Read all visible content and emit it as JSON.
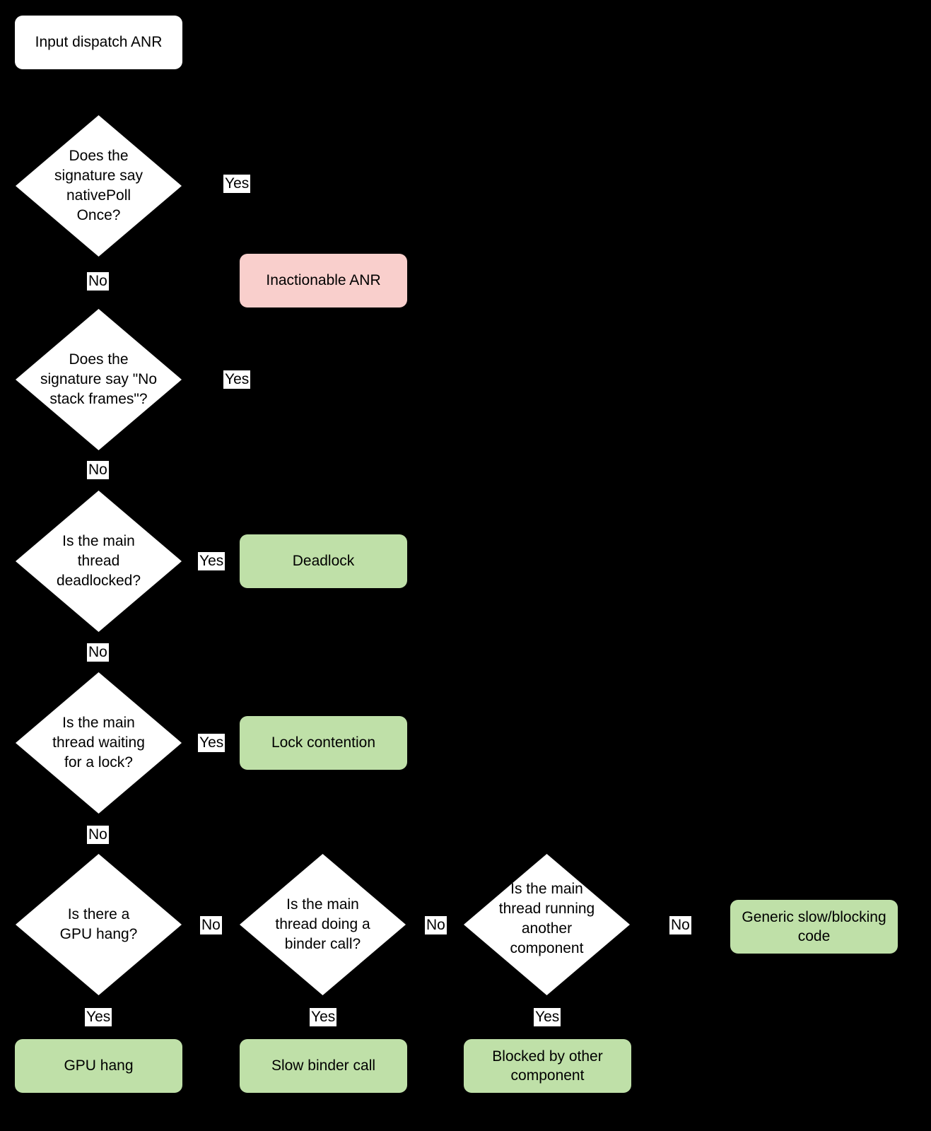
{
  "diagram": {
    "title": "Input dispatch ANR triage flowchart",
    "background_color": "#000000",
    "colors": {
      "decision_fill": "#ffffff",
      "start_fill": "#ffffff",
      "terminal_inactionable_fill": "#f9cfcc",
      "terminal_actionable_fill": "#bfe0a8",
      "text": "#000000",
      "edge_label_fill": "#ffffff"
    }
  },
  "nodes": {
    "start": {
      "label": "Input dispatch ANR",
      "shape": "rounded-rectangle",
      "fill": "white"
    },
    "d1": {
      "label": "Does the\nsignature say\nnativePoll\nOnce?",
      "shape": "diamond",
      "fill": "white"
    },
    "d2": {
      "label": "Does the\nsignature say \"No\nstack frames\"?",
      "shape": "diamond",
      "fill": "white"
    },
    "d3": {
      "label": "Is the main\nthread\ndeadlocked?",
      "shape": "diamond",
      "fill": "white"
    },
    "d4": {
      "label": "Is the main\nthread waiting\nfor a lock?",
      "shape": "diamond",
      "fill": "white"
    },
    "d5": {
      "label": "Is there a\nGPU hang?",
      "shape": "diamond",
      "fill": "white"
    },
    "d6": {
      "label": "Is the main\nthread doing a\nbinder call?",
      "shape": "diamond",
      "fill": "white"
    },
    "d7": {
      "label": "Is the main\nthread running\nanother\ncomponent",
      "shape": "diamond",
      "fill": "white"
    },
    "t_inactionable": {
      "label": "Inactionable ANR",
      "shape": "rounded-rectangle",
      "fill": "pink"
    },
    "t_deadlock": {
      "label": "Deadlock",
      "shape": "rounded-rectangle",
      "fill": "green"
    },
    "t_lock": {
      "label": "Lock contention",
      "shape": "rounded-rectangle",
      "fill": "green"
    },
    "t_gpu": {
      "label": "GPU hang",
      "shape": "rounded-rectangle",
      "fill": "green"
    },
    "t_binder": {
      "label": "Slow binder call",
      "shape": "rounded-rectangle",
      "fill": "green"
    },
    "t_blocked": {
      "label": "Blocked by other\ncomponent",
      "shape": "rounded-rectangle",
      "fill": "green"
    },
    "t_generic": {
      "label": "Generic\nslow/blocking code",
      "shape": "rounded-rectangle",
      "fill": "green"
    }
  },
  "edge_labels": {
    "d1_yes": "Yes",
    "d1_no": "No",
    "d2_yes": "Yes",
    "d2_no": "No",
    "d3_yes": "Yes",
    "d3_no": "No",
    "d4_yes": "Yes",
    "d4_no": "No",
    "d5_yes": "Yes",
    "d5_no": "No",
    "d6_yes": "Yes",
    "d6_no": "No",
    "d7_yes": "Yes",
    "d7_no": "No"
  },
  "chart_data": {
    "type": "diagram",
    "title": "Input dispatch ANR triage flowchart",
    "nodes": [
      {
        "id": "start",
        "text": "Input dispatch ANR",
        "type": "start",
        "fill": "#ffffff"
      },
      {
        "id": "d1",
        "text": "Does the signature say nativePollOnce?",
        "type": "decision",
        "fill": "#ffffff"
      },
      {
        "id": "d2",
        "text": "Does the signature say \"No stack frames\"?",
        "type": "decision",
        "fill": "#ffffff"
      },
      {
        "id": "d3",
        "text": "Is the main thread deadlocked?",
        "type": "decision",
        "fill": "#ffffff"
      },
      {
        "id": "d4",
        "text": "Is the main thread waiting for a lock?",
        "type": "decision",
        "fill": "#ffffff"
      },
      {
        "id": "d5",
        "text": "Is there a GPU hang?",
        "type": "decision",
        "fill": "#ffffff"
      },
      {
        "id": "d6",
        "text": "Is the main thread doing a binder call?",
        "type": "decision",
        "fill": "#ffffff"
      },
      {
        "id": "d7",
        "text": "Is the main thread running another component",
        "type": "decision",
        "fill": "#ffffff"
      },
      {
        "id": "t_inactionable",
        "text": "Inactionable ANR",
        "type": "terminal",
        "fill": "#f9cfcc"
      },
      {
        "id": "t_deadlock",
        "text": "Deadlock",
        "type": "terminal",
        "fill": "#bfe0a8"
      },
      {
        "id": "t_lock",
        "text": "Lock contention",
        "type": "terminal",
        "fill": "#bfe0a8"
      },
      {
        "id": "t_gpu",
        "text": "GPU hang",
        "type": "terminal",
        "fill": "#bfe0a8"
      },
      {
        "id": "t_binder",
        "text": "Slow binder call",
        "type": "terminal",
        "fill": "#bfe0a8"
      },
      {
        "id": "t_blocked",
        "text": "Blocked by other component",
        "type": "terminal",
        "fill": "#bfe0a8"
      },
      {
        "id": "t_generic",
        "text": "Generic slow/blocking code",
        "type": "terminal",
        "fill": "#bfe0a8"
      }
    ],
    "edges": [
      {
        "from": "start",
        "to": "d1",
        "label": ""
      },
      {
        "from": "d1",
        "to": "t_inactionable",
        "label": "Yes"
      },
      {
        "from": "d1",
        "to": "d2",
        "label": "No"
      },
      {
        "from": "d2",
        "to": "t_inactionable",
        "label": "Yes"
      },
      {
        "from": "d2",
        "to": "d3",
        "label": "No"
      },
      {
        "from": "d3",
        "to": "t_deadlock",
        "label": "Yes"
      },
      {
        "from": "d3",
        "to": "d4",
        "label": "No"
      },
      {
        "from": "d4",
        "to": "t_lock",
        "label": "Yes"
      },
      {
        "from": "d4",
        "to": "d5",
        "label": "No"
      },
      {
        "from": "d5",
        "to": "t_gpu",
        "label": "Yes"
      },
      {
        "from": "d5",
        "to": "d6",
        "label": "No"
      },
      {
        "from": "d6",
        "to": "t_binder",
        "label": "Yes"
      },
      {
        "from": "d6",
        "to": "d7",
        "label": "No"
      },
      {
        "from": "d7",
        "to": "t_blocked",
        "label": "Yes"
      },
      {
        "from": "d7",
        "to": "t_generic",
        "label": "No"
      }
    ]
  }
}
